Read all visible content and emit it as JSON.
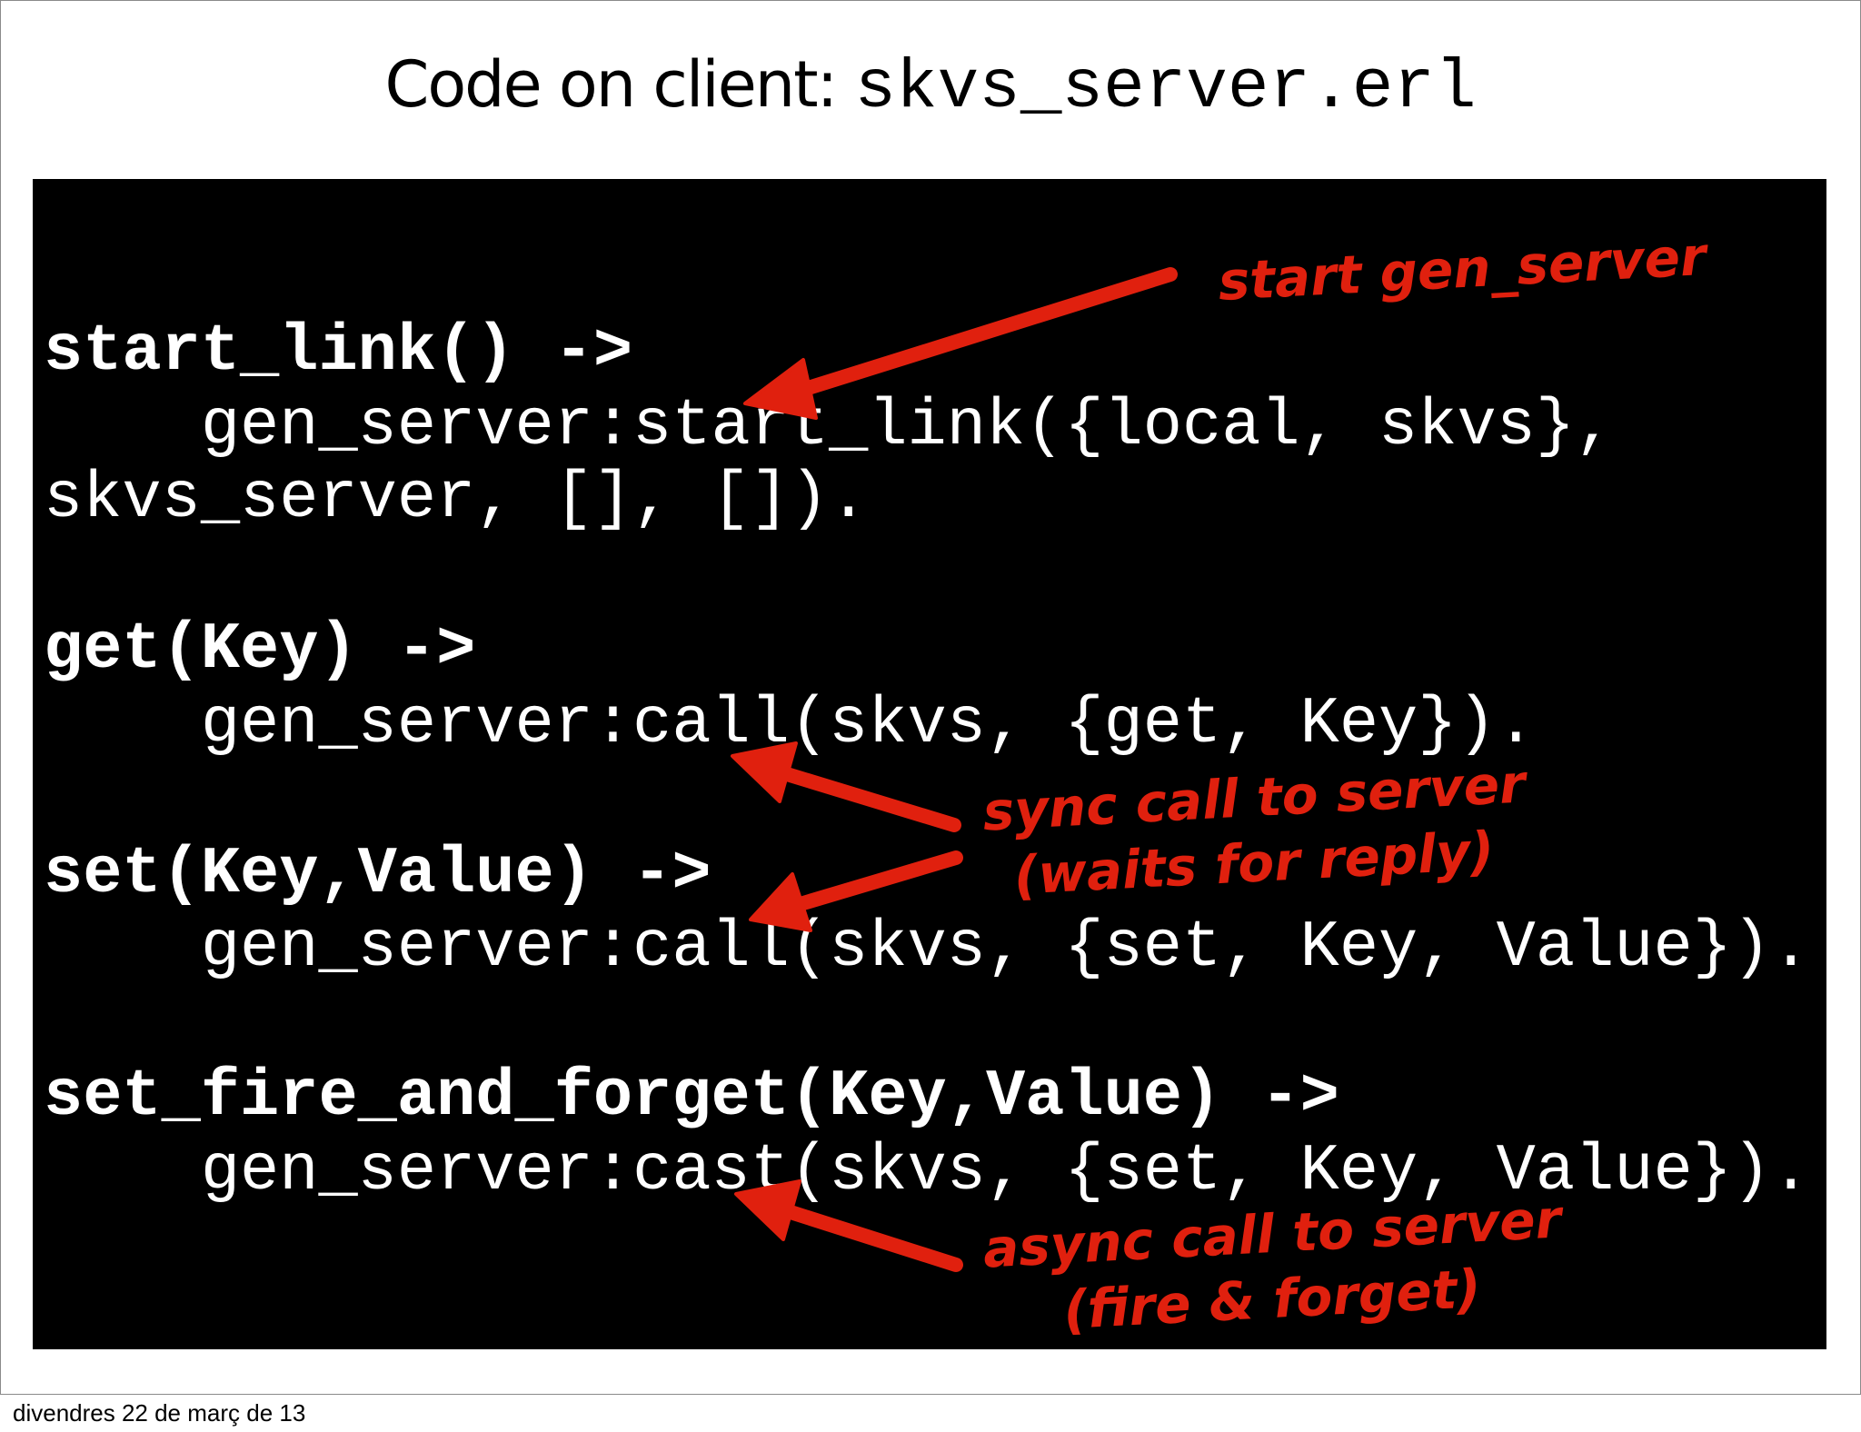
{
  "slide": {
    "title_prefix": "Code on client: ",
    "title_code": "skvs_server.erl"
  },
  "code": {
    "lines": [
      "start_link() ->",
      "    gen_server:start_link({local, skvs},",
      "skvs_server, [], []).",
      "get(Key) ->",
      "    gen_server:call(skvs, {get, Key}).",
      "set(Key,Value) ->",
      "    gen_server:call(skvs, {set, Key, Value}).",
      "set_fire_and_forget(Key,Value) ->",
      "    gen_server:cast(skvs, {set, Key, Value})."
    ]
  },
  "annotations": {
    "start": "start gen_server",
    "sync_line1": "sync call to server",
    "sync_line2": "(waits for reply)",
    "async_line1": "async call to server",
    "async_line2": "(fire & forget)"
  },
  "colors": {
    "annotation": "#e0200e",
    "code_background": "#000000",
    "code_text": "#ffffff"
  },
  "footer": {
    "date": "divendres 22 de març de 13"
  }
}
